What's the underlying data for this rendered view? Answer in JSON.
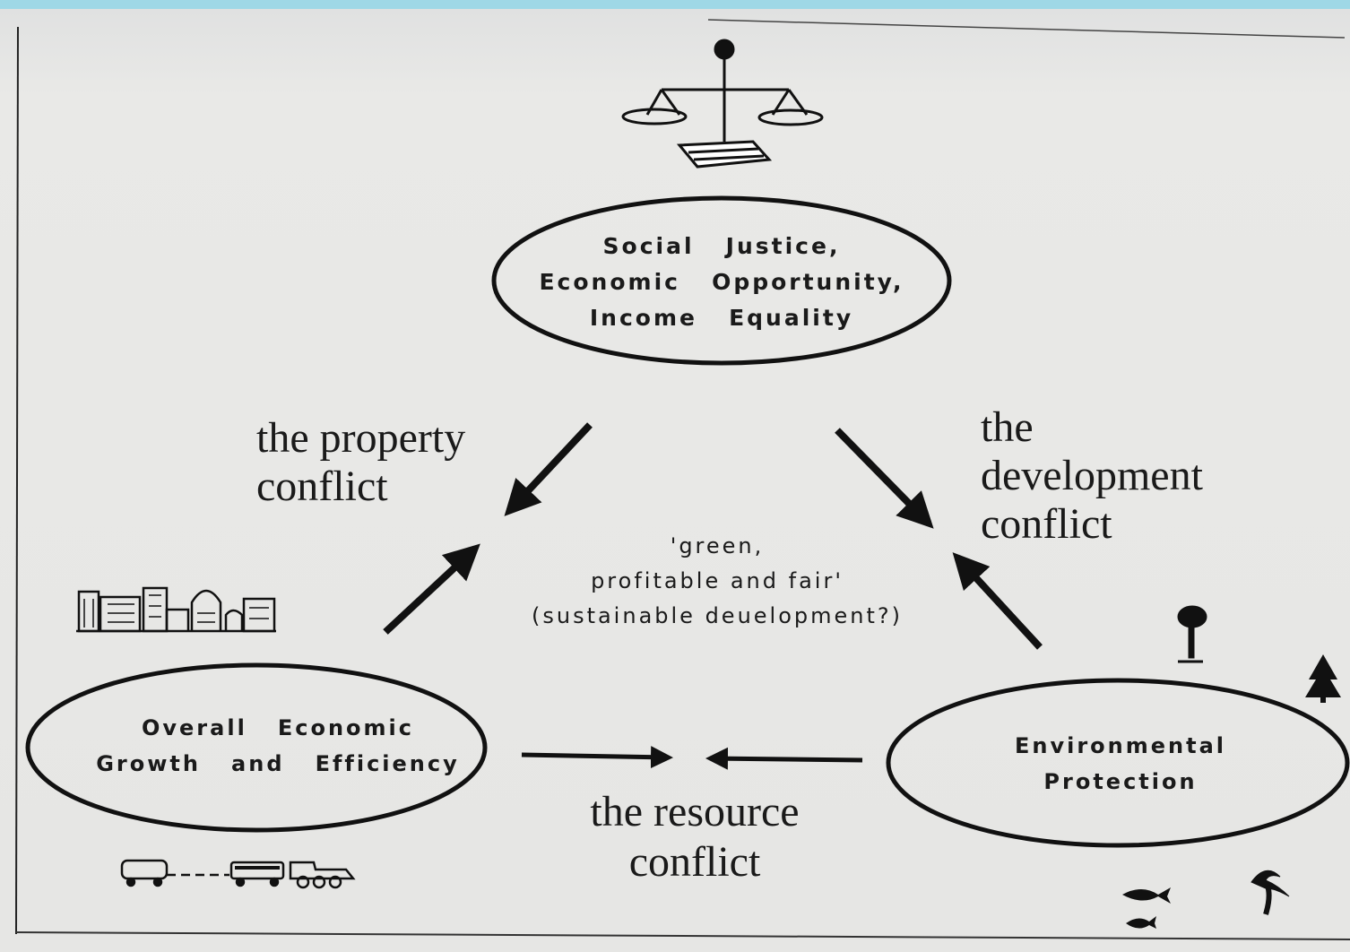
{
  "nodes": {
    "social": {
      "line1": "Social   Justice,",
      "line2": "Economic   Opportunity,",
      "line3": "Income   Equality"
    },
    "economic": {
      "line1": "Overall   Economic",
      "line2": "Growth   and   Efficiency"
    },
    "environment": {
      "line1": "Environmental",
      "line2": "Protection"
    }
  },
  "conflicts": {
    "property": {
      "line1": "the property",
      "line2": "conflict"
    },
    "development": {
      "line1": "the",
      "line2": "development",
      "line3": "conflict"
    },
    "resource": {
      "line1": "the resource",
      "line2": "conflict"
    }
  },
  "center": {
    "line1": "'green,",
    "line2": "profitable and fair'",
    "line3": "(sustainable deuelopment?)"
  },
  "icons": [
    "scales-of-justice-icon",
    "city-buildings-icon",
    "train-icon",
    "tree-icon",
    "pine-tree-icon",
    "palm-tree-icon",
    "fish-icon"
  ]
}
